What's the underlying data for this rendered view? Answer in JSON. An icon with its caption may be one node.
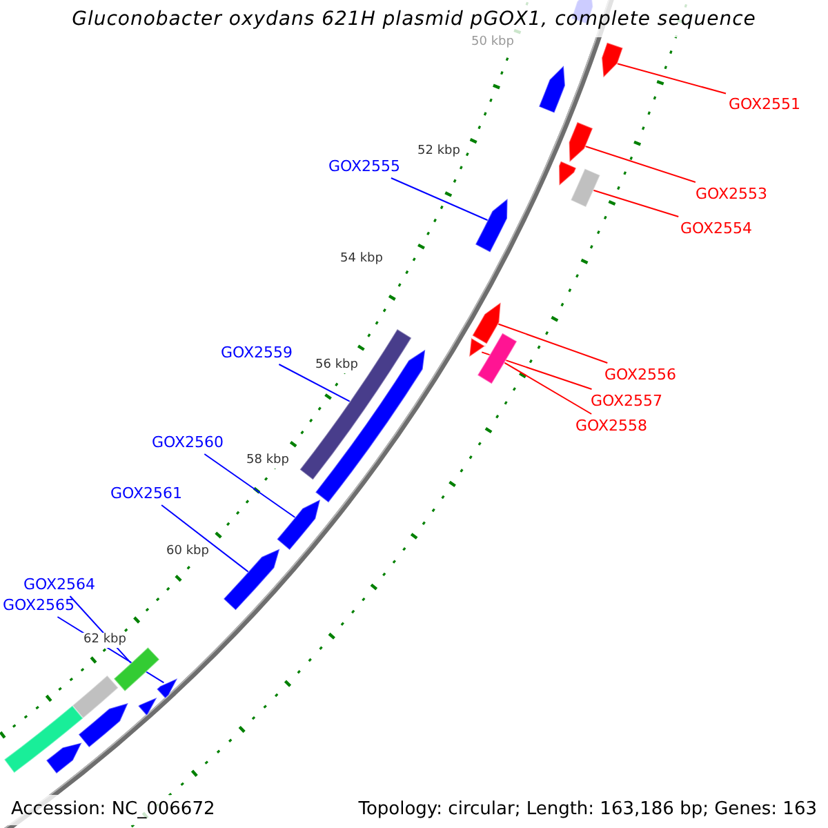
{
  "diagram": {
    "title": "Gluconobacter oxydans 621H plasmid pGOX1, complete sequence",
    "nodes": [
      {
        "text": [
          "GOX2551"
        ]
      },
      {
        "text": [],
        "shape": "arrow"
      },
      {
        "text": [
          "GOX2555"
        ]
      },
      {
        "text": [],
        "shape": "arrow"
      },
      {
        "text": [
          "GOX2553"
        ]
      },
      {
        "text": [],
        "shape": "arrow"
      },
      {
        "text": [
          "GOX2554"
        ]
      },
      {
        "text": [],
        "shape": "bar"
      },
      {
        "text": [
          "GOX2559"
        ]
      },
      {
        "text": [],
        "shape": "bar"
      },
      {
        "text": [
          "GOX2556"
        ]
      },
      {
        "text": [],
        "shape": "arrow"
      },
      {
        "text": [
          "GOX2557"
        ]
      },
      {
        "text": [],
        "shape": "arrow"
      },
      {
        "text": [
          "GOX2558"
        ]
      },
      {
        "text": [],
        "shape": "bar"
      },
      {
        "text": [
          "GOX2560"
        ]
      },
      {
        "text": [],
        "shape": "arrow"
      },
      {
        "text": [
          "GOX2561"
        ]
      },
      {
        "text": [],
        "shape": "arrow"
      },
      {
        "text": [
          "GOX2564"
        ]
      },
      {
        "text": [],
        "shape": "bar"
      },
      {
        "text": [
          "GOX2565"
        ]
      },
      {
        "text": [],
        "shape": "arrow"
      },
      {
        "text": [],
        "shape": "arrow"
      },
      {
        "text": [],
        "shape": "arrow"
      },
      {
        "text": [],
        "shape": "arrow"
      },
      {
        "text": [],
        "shape": "arrow"
      },
      {
        "text": [],
        "shape": "arrow"
      },
      {
        "text": [],
        "shape": "bar"
      },
      {
        "text": [],
        "shape": "bar"
      },
      {
        "text": [],
        "shape": "arrow"
      },
      {
        "text": [],
        "shape": "arrow"
      }
    ],
    "edges": [
      {
        "from": 0,
        "to": 1,
        "arrow": "none",
        "color": "#ff0000"
      },
      {
        "from": 2,
        "to": 3,
        "arrow": "none",
        "color": "#0000ff"
      },
      {
        "from": 4,
        "to": 5,
        "arrow": "none",
        "color": "#ff0000"
      },
      {
        "from": 6,
        "to": 7,
        "arrow": "none",
        "color": "#ff0000"
      },
      {
        "from": 8,
        "to": 9,
        "arrow": "none",
        "color": "#0000ff"
      },
      {
        "from": 10,
        "to": 11,
        "arrow": "none",
        "color": "#ff0000"
      },
      {
        "from": 12,
        "to": 13,
        "arrow": "none",
        "color": "#ff0000"
      },
      {
        "from": 14,
        "to": 15,
        "arrow": "none",
        "color": "#ff0000"
      },
      {
        "from": 16,
        "to": 17,
        "arrow": "none",
        "color": "#0000ff"
      },
      {
        "from": 18,
        "to": 19,
        "arrow": "none",
        "color": "#0000ff"
      },
      {
        "from": 20,
        "to": 21,
        "arrow": "none",
        "color": "#0000ff"
      },
      {
        "from": 22,
        "to": 23,
        "arrow": "none",
        "color": "#0000ff"
      }
    ],
    "labels": [
      "50 kbp",
      "52 kbp",
      "54 kbp",
      "56 kbp",
      "58 kbp",
      "60 kbp",
      "62 kbp",
      "Accession: NC_006672",
      "Topology: circular; Length: 163,186 bp; Genes: 163"
    ]
  }
}
